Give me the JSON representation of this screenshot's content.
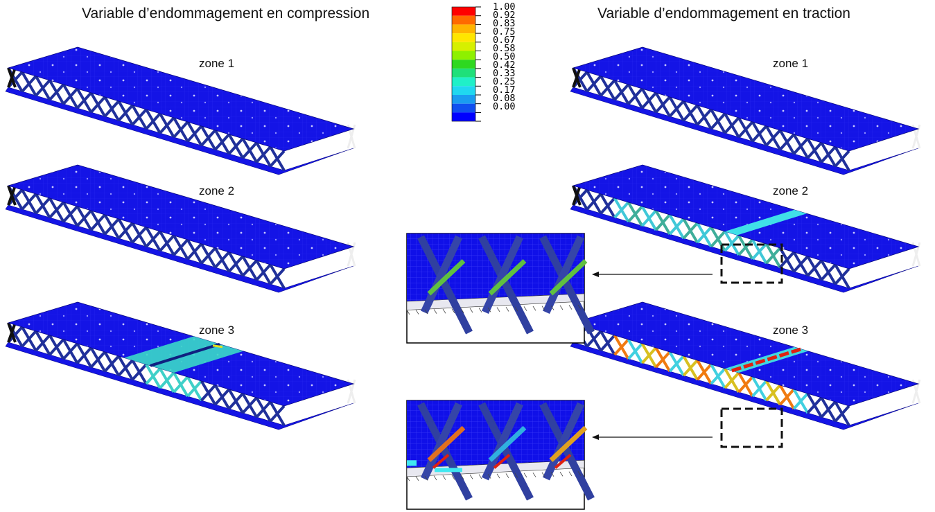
{
  "titles": {
    "left": "Variable d’endommagement en compression",
    "right": "Variable d’endommagement en traction"
  },
  "zones": {
    "left": [
      "zone 1",
      "zone 2",
      "zone 3"
    ],
    "right": [
      "zone 1",
      "zone 2",
      "zone 3"
    ]
  },
  "legend": {
    "labels": [
      "1.00",
      "0.92",
      "0.83",
      "0.75",
      "0.67",
      "0.58",
      "0.50",
      "0.42",
      "0.33",
      "0.25",
      "0.17",
      "0.08",
      "0.00"
    ],
    "colors": [
      "#ff0000",
      "#ff6a00",
      "#ffb400",
      "#ffe600",
      "#d6f000",
      "#8ef000",
      "#2ed820",
      "#1fe07a",
      "#20f0c8",
      "#20d8f0",
      "#1a9cf0",
      "#1050f0",
      "#0000ff"
    ]
  },
  "colors": {
    "slab": "#1414e6",
    "truss": "#20309a",
    "damage_low": "#40d8e0",
    "damage_mid": "#30e090",
    "damage_high": "#e02010",
    "damage_orange": "#f08010"
  }
}
